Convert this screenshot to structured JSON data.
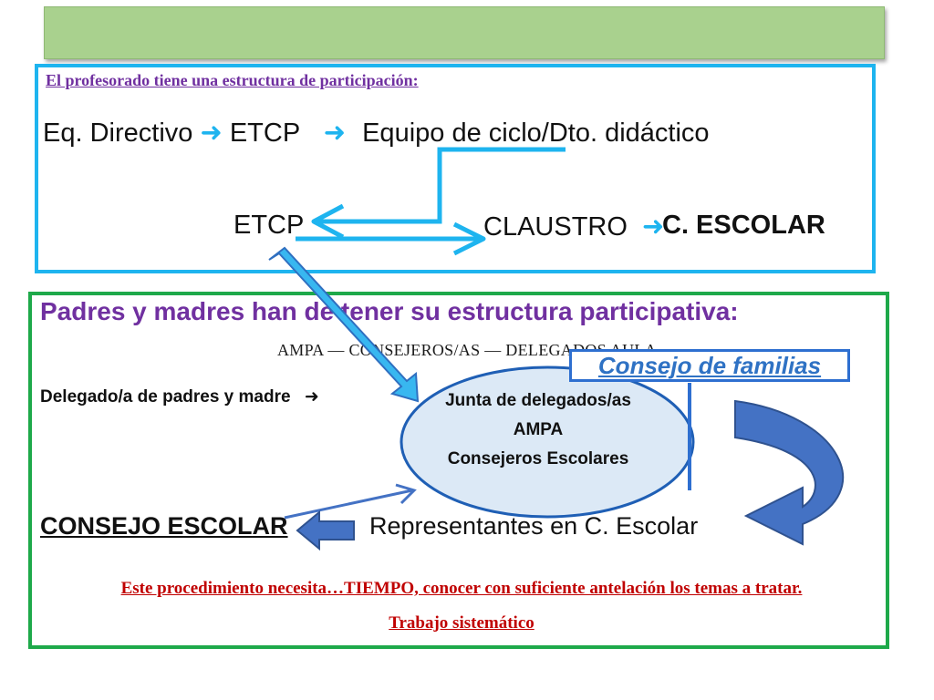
{
  "header": {
    "title": "AMPA — CONSEJEROS/AS — DELEGADOS AULA"
  },
  "teachers": {
    "intro": "El profesorado tiene una estructura de participación:",
    "row1": {
      "a": "Eq. Directivo",
      "b": "ETCP",
      "c": "Equipo de ciclo/Dto. didáctico"
    },
    "row2": {
      "a": "ETCP",
      "b": "CLAUSTRO",
      "c": "C. ESCOLAR"
    }
  },
  "parents": {
    "title": "Padres y madres han de tener su estructura participativa:",
    "familias": "Consejo de familias",
    "delegado": "Delegado/a de padres y madre",
    "junta": [
      "Junta de delegados/as",
      "AMPA",
      "Consejeros Escolares"
    ],
    "consejo_escolar": "CONSEJO ESCOLAR",
    "representantes": "Representantes en C. Escolar",
    "footer": [
      "Este procedimiento necesita…TIEMPO, conocer con suficiente antelación los temas a tratar.",
      "Trabajo sistemático"
    ]
  },
  "colors": {
    "header_bg": "#a9d18e",
    "teachers_border": "#1eb4ef",
    "parents_border": "#1ea94a",
    "purple": "#7030a0",
    "familias_blue": "#2f72c4",
    "footer_red": "#c00000",
    "arrow_blue": "#1eb4ef",
    "ellipse_fill": "#dce9f6",
    "ellipse_stroke": "#1f5fb5",
    "curve_blue": "#3c6fcb"
  },
  "icons": [
    "right-arrow-icon",
    "left-arrow-icon",
    "diagonal-arrow-icon",
    "curved-arrow-icon"
  ]
}
